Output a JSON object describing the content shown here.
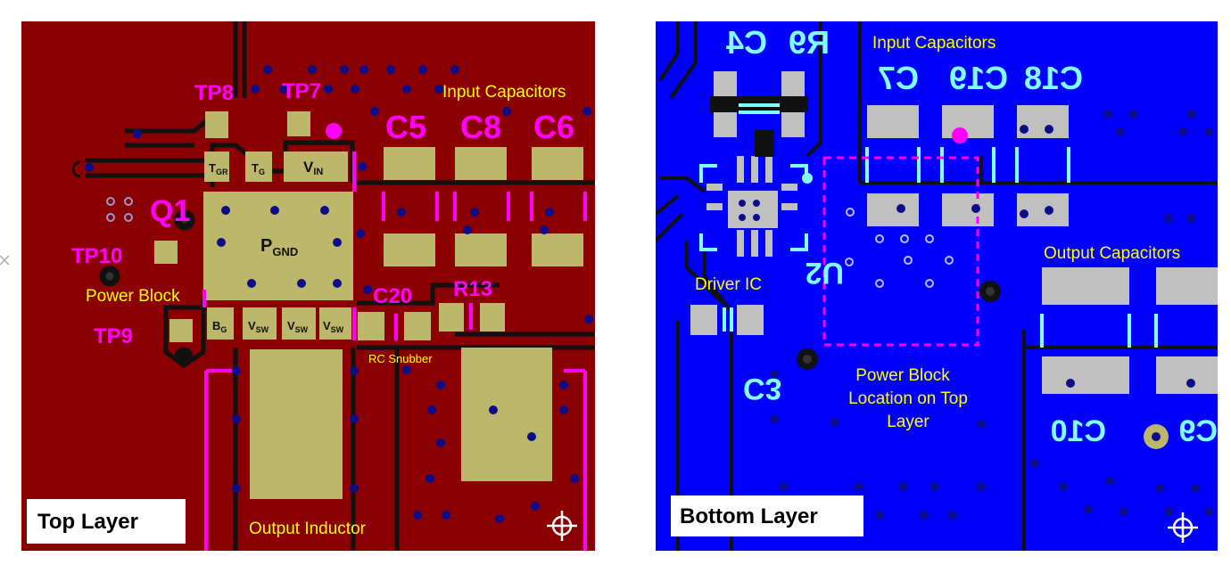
{
  "top_panel": {
    "caption": "Top Layer",
    "labels": {
      "tp8": "TP8",
      "tp7": "TP7",
      "tp10": "TP10",
      "tp9": "TP9",
      "q1": "Q1",
      "c5": "C5",
      "c8": "C8",
      "c6": "C6",
      "c20": "C20",
      "r13": "R13",
      "input_caps": "Input Capacitors",
      "power_block": "Power Block",
      "rc_snubber": "RC Snubber",
      "output_inductor": "Output Inductor"
    },
    "pins": {
      "tgr_main": "T",
      "tgr_sub": "GR",
      "tg_main": "T",
      "tg_sub": "G",
      "vin_main": "V",
      "vin_sub": "IN",
      "pgnd_main": "P",
      "pgnd_sub": "GND",
      "bg_main": "B",
      "bg_sub": "G",
      "vsw_main": "V",
      "vsw_sub": "SW"
    }
  },
  "bottom_panel": {
    "caption": "Bottom Layer",
    "labels": {
      "r9": "R9",
      "c4": "C4",
      "c7": "C7",
      "c19": "C19",
      "c18": "C18",
      "c3": "C3",
      "u2": "U2",
      "c10": "C10",
      "c9": "C9",
      "input_caps": "Input Capacitors",
      "output_caps": "Output Capacitors",
      "driver_ic": "Driver IC",
      "power_block_loc_1": "Power Block",
      "power_block_loc_2": "Location on Top",
      "power_block_loc_3": "Layer"
    }
  },
  "colors": {
    "top_board": "#8b0000",
    "bottom_board": "#0000ff",
    "pad": "#bdb76b",
    "pad_gray": "#c0c0c0",
    "silk_magenta": "#ff00ff",
    "silk_yellow": "#ffff00",
    "silk_cyan": "#7fffff",
    "via": "#0d0d8a"
  }
}
